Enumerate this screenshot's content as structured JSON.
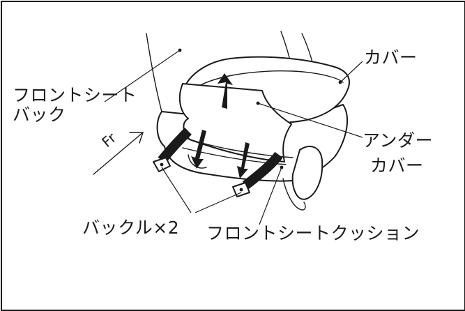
{
  "labels": {
    "seatback_line1": "フロントシート",
    "seatback_line2": "バック",
    "cover": "カバー",
    "undercover_line1": "アンダー",
    "undercover_line2": "カバー",
    "buckle": "バックル×2",
    "cushion": "フロントシートクッション",
    "fr": "Fr"
  },
  "colors": {
    "ink": "#1a1a1a",
    "background": "#ffffff"
  }
}
